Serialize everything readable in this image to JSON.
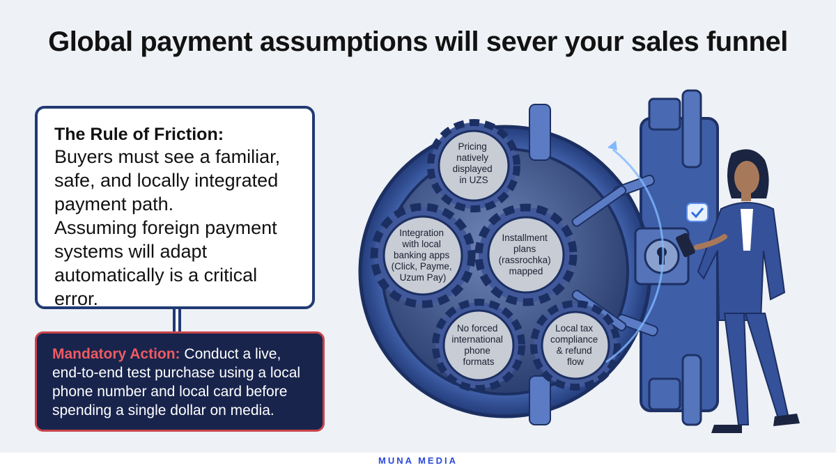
{
  "title": "Global payment assumptions will sever your sales funnel",
  "rule": {
    "heading": "The Rule of Friction:",
    "lines": [
      "Buyers must see a familiar,",
      "safe, and locally integrated",
      "payment path.",
      "Assuming foreign payment",
      "systems will adapt",
      "automatically is a critical",
      "error."
    ]
  },
  "action": {
    "label": "Mandatory Action:",
    "text_first": " Conduct a live,",
    "lines": [
      "end-to-end test purchase using a local",
      "phone number and local card before",
      "spending a single dollar on media."
    ]
  },
  "gears": [
    {
      "lines": [
        "Pricing",
        "natively",
        "displayed",
        "in UZS"
      ]
    },
    {
      "lines": [
        "Integration",
        "with local",
        "banking apps",
        "(Click, Payme,",
        "Uzum Pay)"
      ]
    },
    {
      "lines": [
        "Installment",
        "plans",
        "(rassrochka)",
        "mapped"
      ]
    },
    {
      "lines": [
        "No forced",
        "international",
        "phone",
        "formats"
      ]
    },
    {
      "lines": [
        "Local tax",
        "compliance",
        "& refund",
        "flow"
      ]
    }
  ],
  "logo": "MUNA MEDIA",
  "colors": {
    "navy": "#213a74",
    "vault_blue": "#3e5fa8",
    "accent_red": "#ee5b62",
    "logo_blue": "#2c48d8"
  }
}
